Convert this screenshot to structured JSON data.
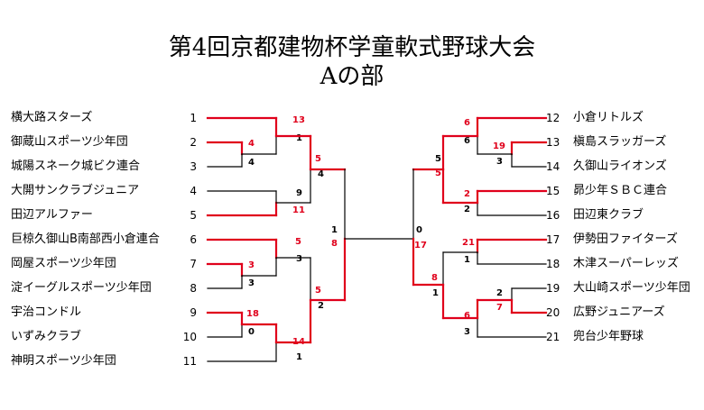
{
  "title": "第4回京都建物杯学童軟式野球大会",
  "subtitle": "Aの部",
  "colors": {
    "win": "#e0001b",
    "line": "#000000"
  },
  "left_teams": [
    {
      "name": "横大路スターズ",
      "seed": "1"
    },
    {
      "name": "御蔵山スポーツ少年団",
      "seed": "2"
    },
    {
      "name": "城陽スネーク城ビク連合",
      "seed": "3"
    },
    {
      "name": "大開サンクラブジュニア",
      "seed": "4"
    },
    {
      "name": "田辺アルファー",
      "seed": "5"
    },
    {
      "name": "巨椋久御山B南部西小倉連合",
      "seed": "6"
    },
    {
      "name": "岡屋スポーツ少年団",
      "seed": "7"
    },
    {
      "name": "淀イーグルスポーツ少年団",
      "seed": "8"
    },
    {
      "name": "宇治コンドル",
      "seed": "9"
    },
    {
      "name": "いずみクラブ",
      "seed": "10"
    },
    {
      "name": "神明スポーツ少年団",
      "seed": "11"
    }
  ],
  "right_teams": [
    {
      "name": "小倉リトルズ",
      "seed": "12"
    },
    {
      "name": "槇島スラッガーズ",
      "seed": "13"
    },
    {
      "name": "久御山ライオンズ",
      "seed": "14"
    },
    {
      "name": "昴少年ＳＢＣ連合",
      "seed": "15"
    },
    {
      "name": "田辺東クラブ",
      "seed": "16"
    },
    {
      "name": "伊勢田ファイターズ",
      "seed": "17"
    },
    {
      "name": "木津スーパーレッズ",
      "seed": "18"
    },
    {
      "name": "大山崎スポーツ少年団",
      "seed": "19"
    },
    {
      "name": "広野ジュニアーズ",
      "seed": "20"
    },
    {
      "name": "兜台少年野球",
      "seed": "21"
    }
  ],
  "scores": {
    "l_r1a_w": "4",
    "l_r1a_l": "4",
    "l_r1b_w": "3",
    "l_r1b_l": "3",
    "l_r1c_w": "18",
    "l_r1c_l": "0",
    "l_r2a_w": "13",
    "l_r2a_l": "1",
    "l_r2b_w": "11",
    "l_r2b_l": "9",
    "l_r2c_w": "5",
    "l_r2c_l": "3",
    "l_r2d_w": "14",
    "l_r2d_l": "1",
    "l_r3a_w": "5",
    "l_r3a_l": "4",
    "l_r3b_w": "5",
    "l_r3b_l": "2",
    "l_sf_top": "1",
    "l_sf_bot": "8",
    "r_r1a_w": "19",
    "r_r1a_l": "3",
    "r_r1b_w": "7",
    "r_r1b_l": "2",
    "r_r2a_w": "6",
    "r_r2a_l": "6",
    "r_r2b_w": "2",
    "r_r2b_l": "2",
    "r_r2c_w": "21",
    "r_r2c_l": "1",
    "r_r2d_w": "6",
    "r_r2d_l": "3",
    "r_r3a_top": "5",
    "r_r3a_bot": "5",
    "r_r3b_w": "8",
    "r_r3b_l": "1",
    "r_sf_top": "0",
    "r_sf_bot": "17"
  }
}
